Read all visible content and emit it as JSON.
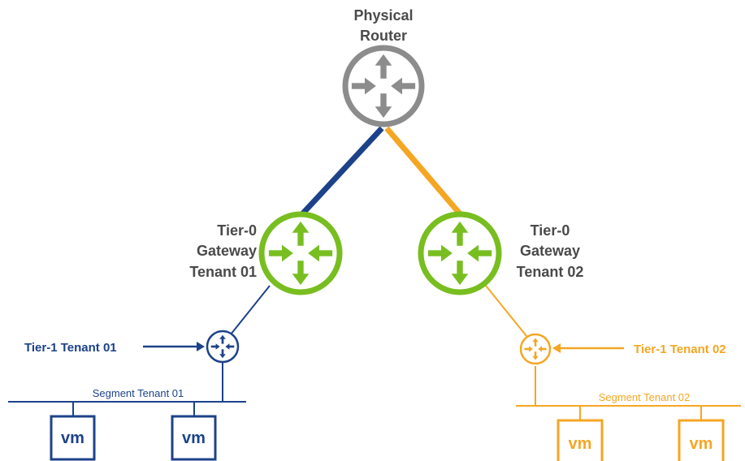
{
  "physical_router": {
    "line1": "Physical",
    "line2": "Router"
  },
  "tier0_t1": {
    "line1": "Tier-0",
    "line2": "Gateway",
    "line3": "Tenant 01"
  },
  "tier0_t2": {
    "line1": "Tier-0",
    "line2": "Gateway",
    "line3": "Tenant 02"
  },
  "tier1_t1": {
    "label": "Tier-1 Tenant 01"
  },
  "tier1_t2": {
    "label": "Tier-1 Tenant 02"
  },
  "segment_t1": {
    "label": "Segment Tenant 01"
  },
  "segment_t2": {
    "label": "Segment Tenant 02"
  },
  "vm_label": "vm",
  "colors": {
    "physical": "#8c8c8c",
    "tier0": "#78be20",
    "tenant01": "#1d428a",
    "tenant02": "#f5a623",
    "text_dark": "#4a4a4a"
  },
  "icons": {
    "physical_router": "router-arrows-icon",
    "tier0": "router-arrows-icon",
    "tier1": "router-arrows-icon",
    "vm": "vm-box-icon"
  }
}
